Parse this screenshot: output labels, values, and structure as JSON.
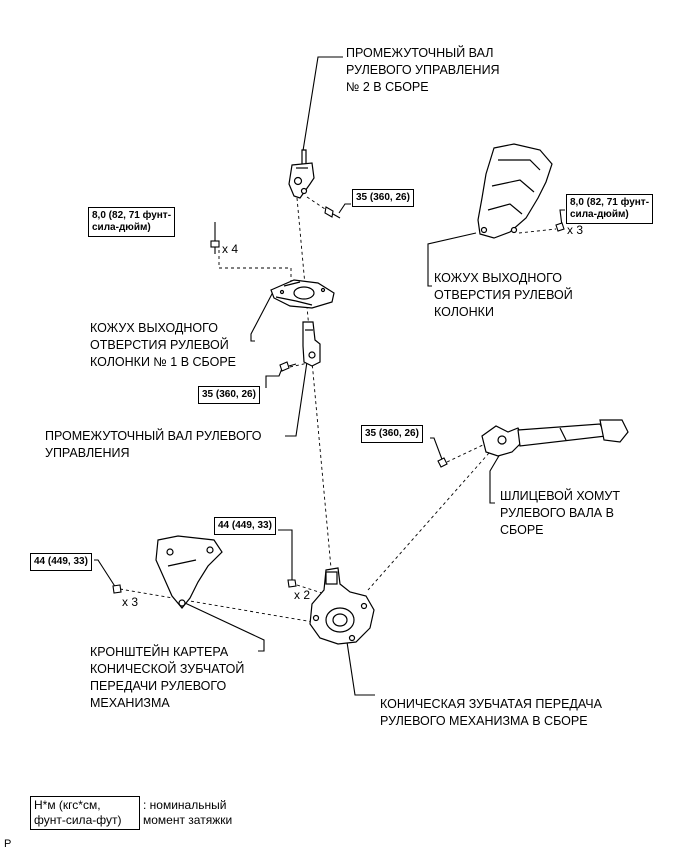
{
  "callouts": {
    "int_shaft_2": "ПРОМЕЖУТОЧНЫЙ ВАЛ\nРУЛЕВОГО УПРАВЛЕНИЯ\n№ 2 В СБОРЕ",
    "cover_right": "КОЖУХ ВЫХОДНОГО\nОТВЕРСТИЯ РУЛЕВОЙ\nКОЛОНКИ",
    "cover_no1": "КОЖУХ ВЫХОДНОГО\nОТВЕРСТИЯ РУЛЕВОЙ\nКОЛОНКИ № 1 В СБОРЕ",
    "int_shaft": "ПРОМЕЖУТОЧНЫЙ ВАЛ РУЛЕВОГО\nУПРАВЛЕНИЯ",
    "spline_yoke": "ШЛИЦЕВОЙ ХОМУТ\nРУЛЕВОГО ВАЛА В\nСБОРЕ",
    "bracket": "КРОНШТЕЙН КАРТЕРА\nКОНИЧЕСКОЙ ЗУБЧАТОЙ\nПЕРЕДАЧИ РУЛЕВОГО\nМЕХАНИЗМА",
    "bevel_gear": "КОНИЧЕСКАЯ ЗУБЧАТАЯ ПЕРЕДАЧА\nРУЛЕВОГО МЕХАНИЗМА В СБОРЕ"
  },
  "torques": {
    "t_top": "35 (360, 26)",
    "t_left_cover": "8,0 (82, 71 фунт-\nсила-дюйм)",
    "t_right_cover": "8,0 (82, 71 фунт-\nсила-дюйм)",
    "t_mid": "35 (360, 26)",
    "t_yoke": "35 (360, 26)",
    "t_gear": "44 (449, 33)",
    "t_bracket": "44 (449, 33)"
  },
  "quantities": {
    "q_left_cover": "x 4",
    "q_right_cover": "x 3",
    "q_gear": "x 2",
    "q_bracket": "x 3"
  },
  "legend": {
    "unit": "Н*м (кгс*см,\nфунт-сила-фут)",
    "meaning": ": номинальный\nмомент затяжки"
  },
  "footer_mark": "P"
}
